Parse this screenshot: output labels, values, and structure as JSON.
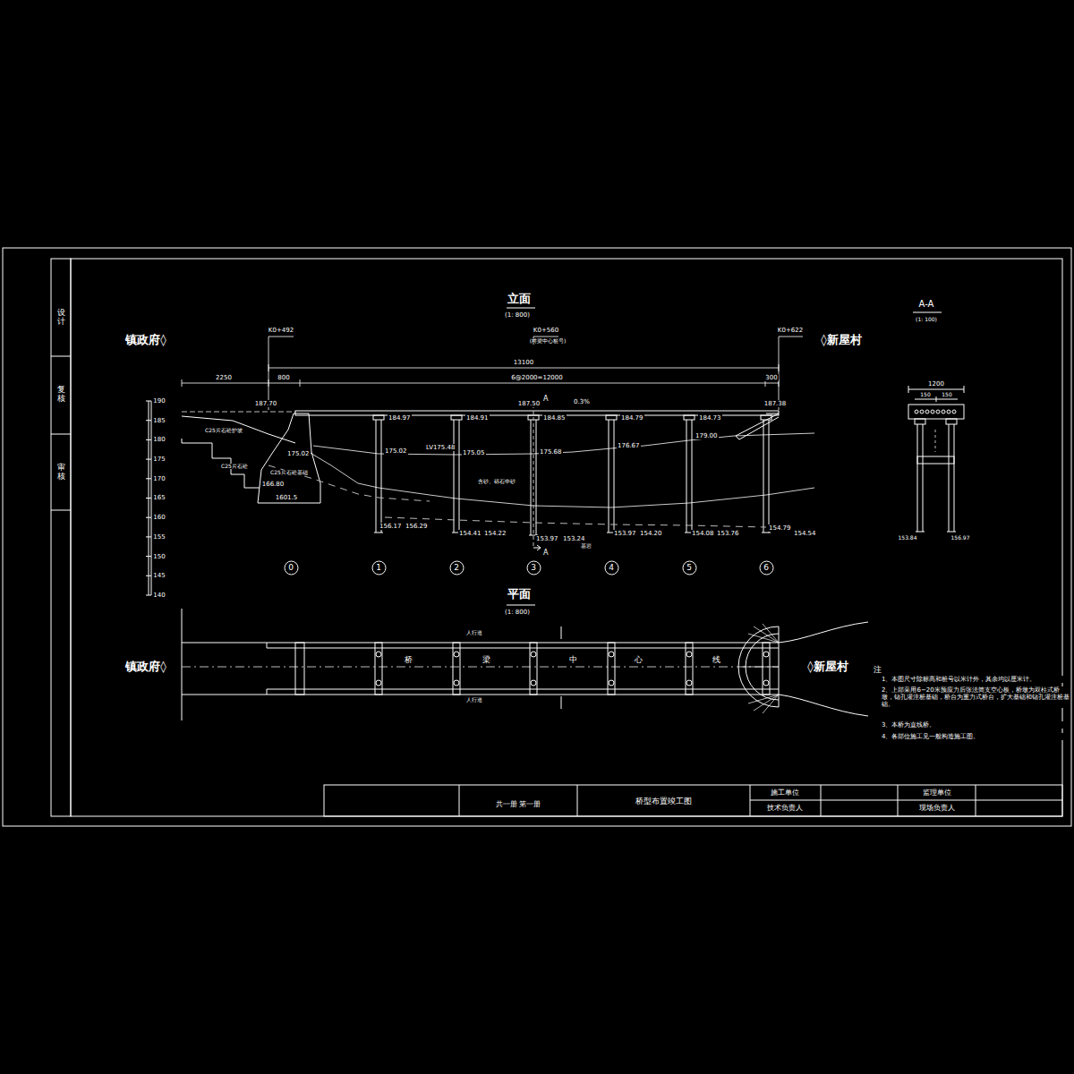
{
  "diagram": {
    "nodes": [
      {
        "text": [
          "0"
        ]
      },
      {
        "text": [
          "1"
        ]
      },
      {
        "text": [
          "2"
        ]
      },
      {
        "text": [
          "3"
        ]
      },
      {
        "text": [
          "4"
        ]
      },
      {
        "text": [
          "5"
        ]
      },
      {
        "text": [
          "6"
        ]
      }
    ],
    "labels": [
      "立面",
      "(1: 800)",
      "镇政府◊",
      "◊新屋村",
      "K0+492",
      "K0+560",
      "(桥梁中心桩号)",
      "K0+622",
      "13100",
      "2250",
      "800",
      "6@2000=12000",
      "300",
      "A",
      "187.70",
      "187.50",
      "0.3%",
      "187.38",
      "184.97",
      "184.91",
      "184.85",
      "184.79",
      "184.73",
      "175.02",
      "175.02",
      "LV175.48",
      "175.05",
      "175.68",
      "176.67",
      "179.00",
      "166.80",
      "1601.5",
      "含砂、砾石中砂",
      "C25片石砼护坡",
      "C25片石砼",
      "C25片石砼基础",
      "156.17",
      "156.29",
      "154.41",
      "154.22",
      "153.97",
      "153.24",
      "153.97",
      "154.20",
      "154.08",
      "153.76",
      "154.79",
      "154.54",
      "基岩",
      "A",
      "190",
      "185",
      "180",
      "175",
      "170",
      "165",
      "160",
      "155",
      "150",
      "145",
      "140",
      "平面",
      "(1: 800)",
      "人行道",
      "人行道",
      "镇政府◊",
      "◊新屋村",
      "桥",
      "梁",
      "中",
      "心",
      "线",
      "A-A",
      "(1: 100)",
      "1200",
      "150",
      "150",
      "153.84",
      "156.97",
      "注",
      "1、本图尺寸除标高和桩号以米计外，其余均以厘米计。",
      "2、上部采用6−20米预应力后张法简支空心板，桥墩为双柱式桥墩，钻孔灌注桩基础，桥台为重力式桥台，扩大基础和钻孔灌注桩基础。",
      "3、本桥为直线桥。",
      "4、各部位施工见一般构造施工图。",
      "共一册 第一册",
      "桥型布置竣工图",
      "施工单位",
      "技术负责人",
      "监理单位",
      "现场负责人",
      "设计",
      "复核",
      "审核"
    ]
  }
}
